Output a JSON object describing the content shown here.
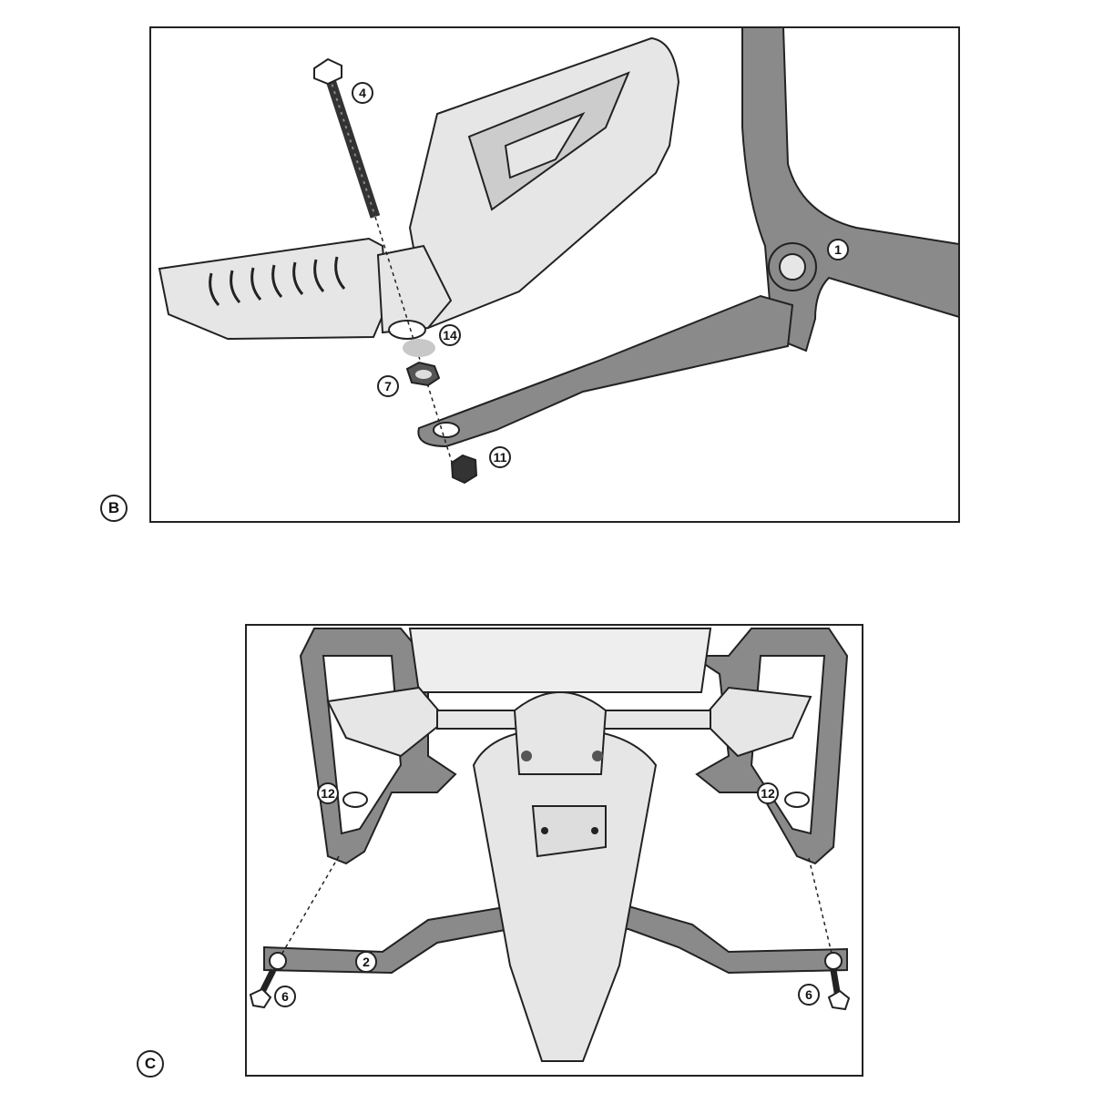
{
  "panels": [
    {
      "letter": "B",
      "callouts": {
        "c1": "1",
        "c4": "4",
        "c7": "7",
        "c11": "11",
        "c14": "14"
      }
    },
    {
      "letter": "C",
      "callouts": {
        "c2": "2",
        "c6a": "6",
        "c6b": "6",
        "c12a": "12",
        "c12b": "12"
      }
    }
  ],
  "colors": {
    "line": "#222222",
    "part_dark": "#8a8a8a",
    "part_light": "#e6e6e6",
    "washer": "#c8c8c8"
  }
}
